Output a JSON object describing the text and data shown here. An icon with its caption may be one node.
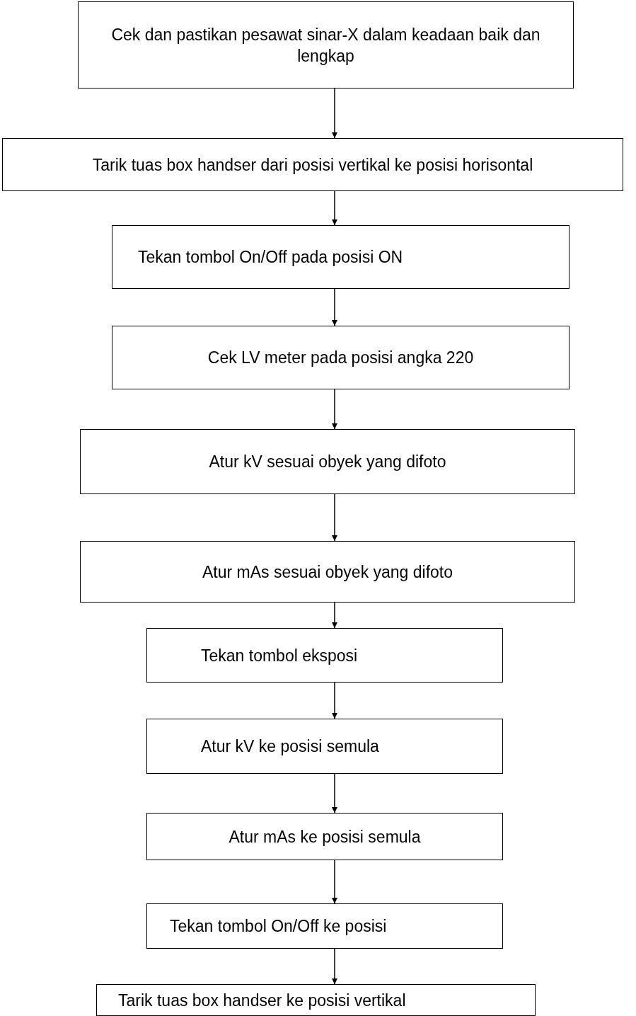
{
  "diagram": {
    "nodes": [
      {
        "text": [
          "Cek dan pastikan pesawat sinar-X dalam keadaan baik dan lengkap"
        ]
      },
      {
        "text": [
          "Tarik tuas box handser dari posisi vertikal ke posisi horisontal"
        ]
      },
      {
        "text": [
          "Tekan tombol On/Off pada posisi ON"
        ]
      },
      {
        "text": [
          "Cek LV meter pada posisi angka 220"
        ]
      },
      {
        "text": [
          "Atur kV sesuai obyek yang difoto"
        ]
      },
      {
        "text": [
          "Atur mAs sesuai obyek yang difoto"
        ]
      },
      {
        "text": [
          "Tekan tombol eksposi"
        ]
      },
      {
        "text": [
          "Atur kV ke posisi semula"
        ]
      },
      {
        "text": [
          "Atur mAs ke posisi semula"
        ]
      },
      {
        "text": [
          "Tekan tombol On/Off ke posisi"
        ]
      },
      {
        "text": [
          "Tarik tuas box handser ke posisi vertikal"
        ]
      }
    ],
    "edges": [
      {
        "from": 0,
        "to": 1,
        "arrow": "to"
      },
      {
        "from": 1,
        "to": 2,
        "arrow": "to"
      },
      {
        "from": 2,
        "to": 3,
        "arrow": "to"
      },
      {
        "from": 3,
        "to": 4,
        "arrow": "to"
      },
      {
        "from": 4,
        "to": 5,
        "arrow": "to"
      },
      {
        "from": 5,
        "to": 6,
        "arrow": "to"
      },
      {
        "from": 6,
        "to": 7,
        "arrow": "to"
      },
      {
        "from": 7,
        "to": 8,
        "arrow": "to"
      },
      {
        "from": 8,
        "to": 9,
        "arrow": "to"
      },
      {
        "from": 9,
        "to": 10,
        "arrow": "to"
      }
    ]
  }
}
